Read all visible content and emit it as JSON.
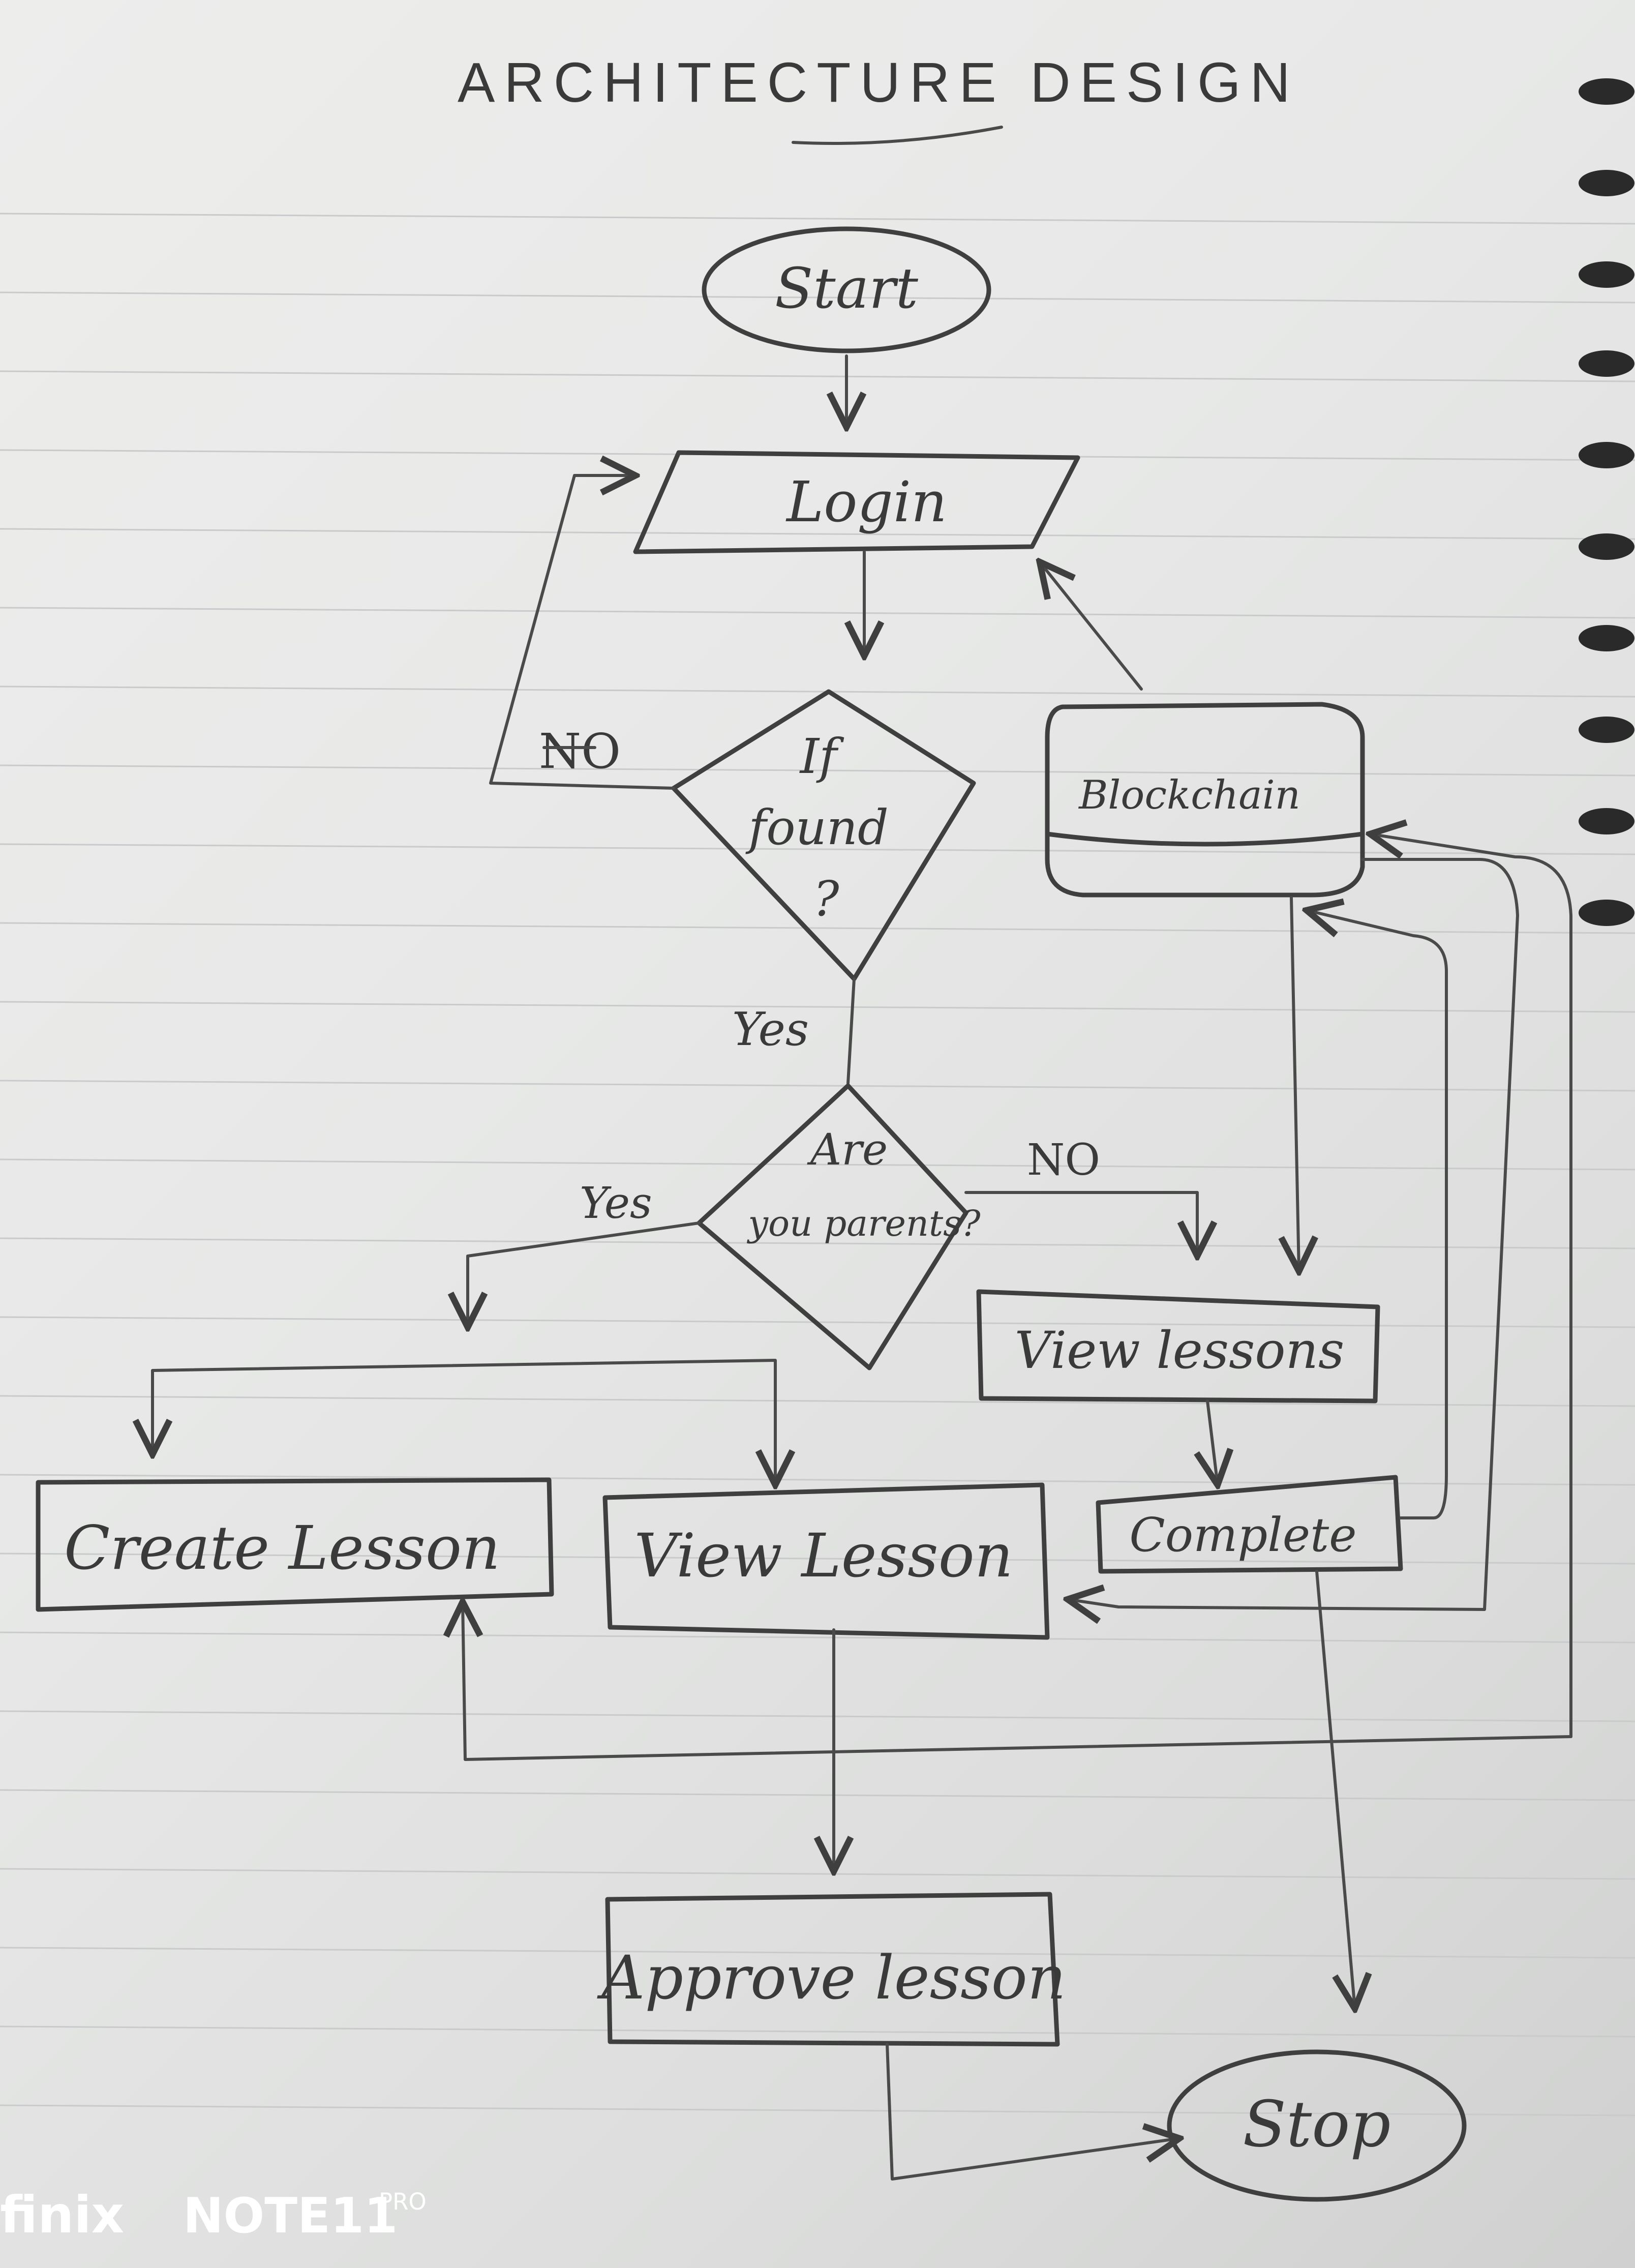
{
  "title": "ARCHITECTURE DESIGN",
  "nodes": {
    "start": "Start",
    "login": "Login",
    "if_found": [
      "If",
      "found",
      "?"
    ],
    "blockchain": "Blockchain",
    "are_you_parents": [
      "Are",
      "you parents?"
    ],
    "view_lessons_right": "View lessons",
    "create_lesson": "Create Lesson",
    "view_lesson": "View Lesson",
    "complete": "Complete",
    "approve_lesson": "Approve lesson",
    "stop": "Stop"
  },
  "edge_labels": {
    "found_no": "NO",
    "found_yes": "Yes",
    "parents_yes": "Yes",
    "parents_no": "NO"
  },
  "watermark": {
    "brand": "finix",
    "model": "NOTE11",
    "suffix": "PRO"
  }
}
